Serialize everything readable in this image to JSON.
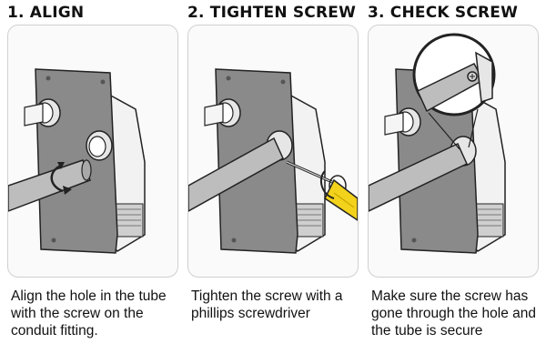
{
  "steps": [
    {
      "title": "1. ALIGN",
      "caption": "Align the hole in the tube with the screw on the conduit fitting.",
      "icon": "rotate-arrow-icon"
    },
    {
      "title": "2. TIGHTEN SCREW",
      "caption": "Tighten the screw with a phillips screwdriver",
      "icon": "screwdriver-icon"
    },
    {
      "title": "3. CHECK SCREW",
      "caption": "Make sure the screw has gone through the hole and the tube is secure",
      "icon": "magnifier-icon"
    }
  ],
  "colors": {
    "plate": "#8a8a8a",
    "plate_dark": "#6e6e6e",
    "housing": "#f2f2f2",
    "tube": "#bdbdbd",
    "screwdriver_handle": "#f2d21b",
    "panel_border": "#d0d0d0"
  }
}
